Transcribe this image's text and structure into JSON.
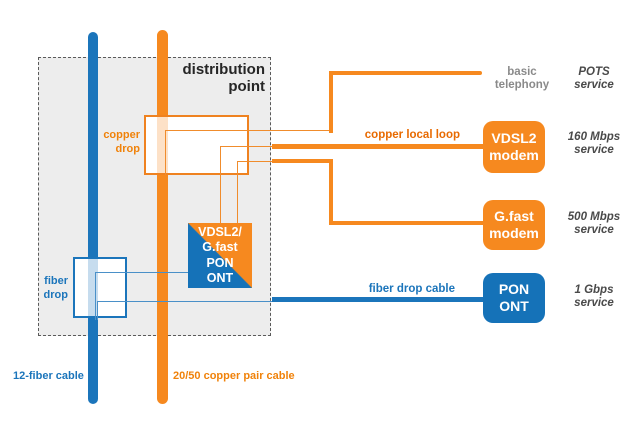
{
  "colors": {
    "orange": "#F6891F",
    "orange_border": "#EF8220",
    "orange_line": "#F08C2C",
    "orange_text": "#F0820A",
    "loop_text": "#E86A00",
    "blue": "#1B75BB",
    "blue_line": "#4A90C8",
    "blue_dark": "#1572B8",
    "grey_bg": "#EDEDED",
    "grey_text": "#8A8A8A",
    "dark_text": "#4A4A4A",
    "black_text": "#262626"
  },
  "enclosure": {
    "title": "distribution\npoint"
  },
  "cables": {
    "fiber_feeder_label": "12-fiber cable",
    "copper_feeder_label": "20/50 copper pair cable"
  },
  "drops": {
    "copper_drop_label": "copper\ndrop",
    "fiber_drop_label": "fiber\ndrop"
  },
  "dpu": {
    "label": "VDSL2/\nG.fast\nPON\nONT"
  },
  "links": {
    "copper_local_loop_label": "copper local loop",
    "fiber_drop_cable_label": "fiber drop cable",
    "basic_telephony_label": "basic\ntelephony"
  },
  "devices": {
    "vdsl2_modem": "VDSL2\nmodem",
    "gfast_modem": "G.fast\nmodem",
    "pon_ont": "PON\nONT"
  },
  "services": {
    "pots": "POTS\nservice",
    "vdsl2": "160 Mbps\nservice",
    "gfast": "500 Mbps\nservice",
    "pon": "1 Gbps\nservice"
  }
}
